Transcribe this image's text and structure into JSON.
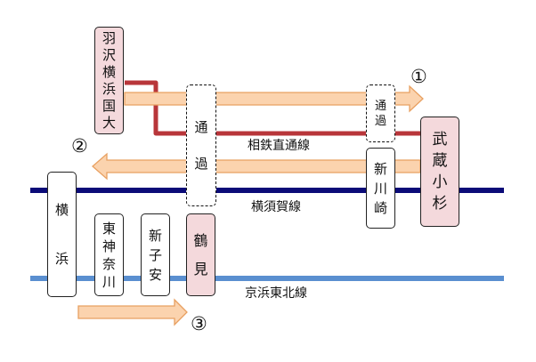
{
  "colors": {
    "yokosuka_line": "#0b0b78",
    "keihin_tohoku_line": "#5a8fd0",
    "sotetsu_direct": "#b8363a",
    "arrow_fill": "#fbd3ae",
    "arrow_stroke": "#e8a061",
    "pink_station": "#f4d9dc"
  },
  "lines": {
    "sotetsu": "相鉄直通線",
    "yokosuka": "横須賀線",
    "keihin": "京浜東北線"
  },
  "stations": {
    "hazawa": [
      "羽",
      "沢",
      "横",
      "浜",
      "国",
      "大"
    ],
    "musashikosugi": [
      "武",
      "蔵",
      "小",
      "杉"
    ],
    "shinkawasaki": [
      "新",
      "川",
      "崎"
    ],
    "yokohama": [
      "横",
      "浜"
    ],
    "higashikanagawa": [
      "東",
      "神",
      "奈",
      "川"
    ],
    "shinkoyasu": [
      "新",
      "子",
      "安"
    ],
    "tsurumi": [
      "鶴",
      "見"
    ]
  },
  "pass_labels": {
    "tsurumi_pass": [
      "通",
      "過"
    ],
    "shinkawasaki_pass": [
      "通",
      "過"
    ]
  },
  "arrows": {
    "one": "①",
    "two": "②",
    "three": "③"
  }
}
